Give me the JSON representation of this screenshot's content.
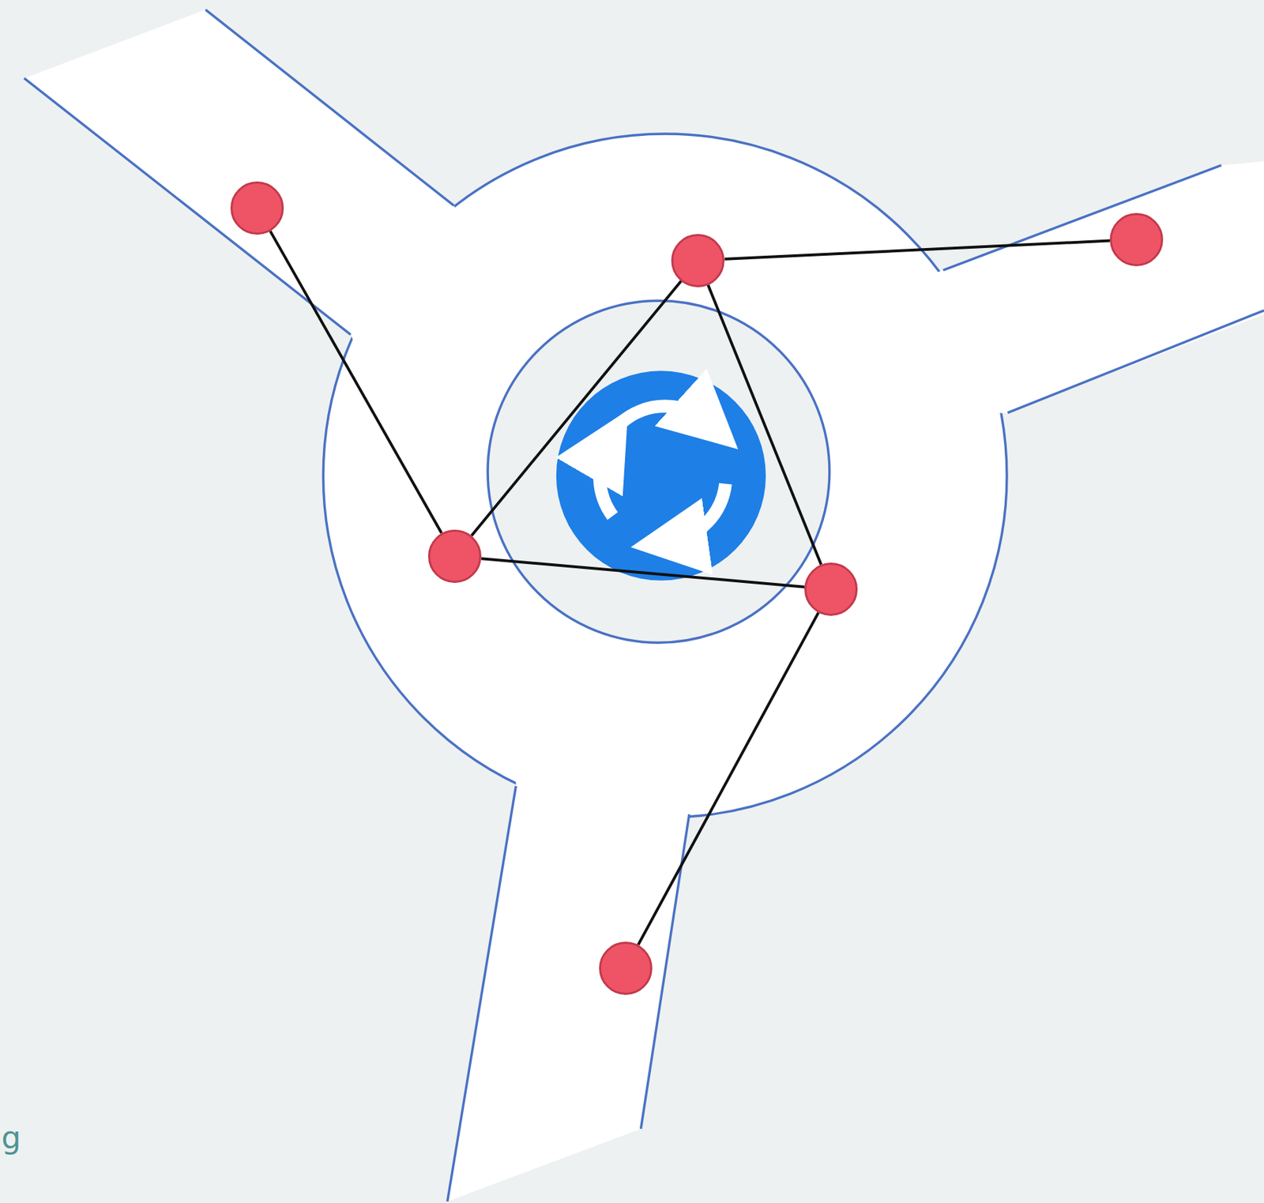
{
  "diagram": {
    "nodes": [
      {
        "text": []
      },
      {
        "text": []
      },
      {
        "text": []
      },
      {
        "text": []
      },
      {
        "text": []
      },
      {
        "text": []
      }
    ],
    "edges": [
      {
        "from": 0,
        "to": 3,
        "arrow": "none"
      },
      {
        "from": 3,
        "to": 1,
        "arrow": "none"
      },
      {
        "from": 1,
        "to": 2,
        "arrow": "none"
      },
      {
        "from": 1,
        "to": 4,
        "arrow": "none"
      },
      {
        "from": 3,
        "to": 4,
        "arrow": "none"
      },
      {
        "from": 4,
        "to": 5,
        "arrow": "none"
      }
    ],
    "labels": [
      "g"
    ]
  }
}
